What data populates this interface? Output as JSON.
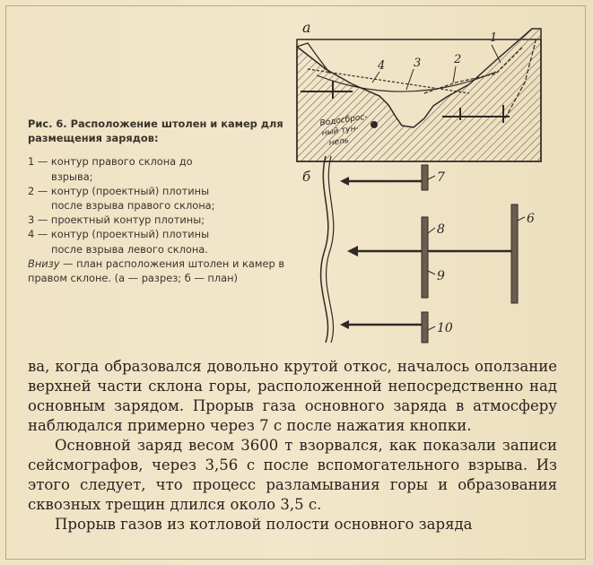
{
  "figure": {
    "label_a": "а",
    "label_b": "б",
    "curve_labels": [
      "1",
      "2",
      "3",
      "4"
    ],
    "tunnel_label_line1": "Водосброс-",
    "tunnel_label_line2": "ный тун-",
    "tunnel_label_line3": "нель",
    "plan_labels": [
      "7",
      "8",
      "9",
      "10",
      "6"
    ]
  },
  "caption": {
    "title": "Рис. 6. Расположение штолен и камер для размещения зарядов:",
    "items": [
      {
        "line1": "1 — контур правого склона до",
        "line2": "взрыва;"
      },
      {
        "line1": "2 — контур (проектный) плотины",
        "line2": "после взрыва правого склона;"
      },
      {
        "line1": "3 — проектный контур плотины;",
        "line2": ""
      },
      {
        "line1": "4 — контур (проектный) плотины",
        "line2": "после взрыва левого склона."
      }
    ],
    "note_italic": "Внизу",
    "note_rest": " — план расположения штолен и камер в правом склоне. (а — разрез; б — план)"
  },
  "body": {
    "paragraph1": "ва, когда образовался довольно крутой откос, началось оползание верхней части склона горы, расположенной непосредственно над основным зарядом. Прорыв газа основного заряда в атмосферу наблюдался примерно через 7 с после нажатия кнопки.",
    "paragraph2": "Основной заряд весом 3600 т взорвался, как показали записи сейсмографов, через 3,56 с после вспомогательного взрыва. Из этого следует, что процесс разламывания горы и образования сквозных трещин длился около 3,5 с.",
    "paragraph3": "Прорыв газов из котловой полости основного заряда"
  }
}
